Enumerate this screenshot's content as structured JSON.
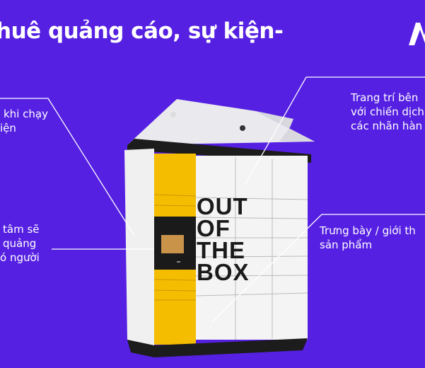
{
  "header": {
    "title": "huê quảng cáo, sự kiện-"
  },
  "callouts": {
    "left_top": [
      "khi chạy",
      "iện"
    ],
    "left_mid": [
      "tâm sẽ",
      "quảng",
      "ó người"
    ],
    "right_top": [
      "Trang trí bên",
      "với chiến dịch",
      "các nhãn hàn"
    ],
    "right_mid": [
      "Trưng bày / giới th",
      "sản phẩm"
    ]
  },
  "locker": {
    "panel_text": [
      "OUT",
      "OF",
      "THE",
      "BOX"
    ]
  },
  "colors": {
    "background": "#5520e2",
    "locker_yellow": "#f5bd00",
    "locker_white": "#f2f2f2"
  }
}
